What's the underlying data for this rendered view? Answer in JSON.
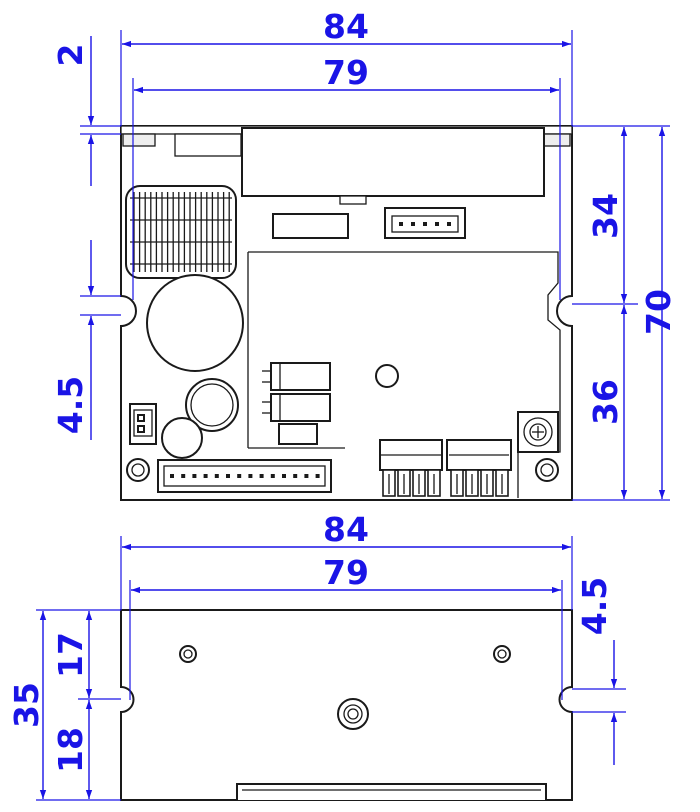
{
  "colors": {
    "dimension": "#1a14e6",
    "outline": "#1a1a1a",
    "background": "#ffffff"
  },
  "top_view": {
    "dim_width_outer": "84",
    "dim_width_inner": "79",
    "dim_top_offset": "2",
    "dim_slot_offset": "4.5",
    "dim_height_total": "70",
    "dim_height_upper": "34",
    "dim_height_lower": "36"
  },
  "bottom_view": {
    "dim_width_outer": "84",
    "dim_width_inner": "79",
    "dim_slot_offset": "4.5",
    "dim_height_total": "35",
    "dim_height_upper": "17",
    "dim_height_lower": "18"
  }
}
